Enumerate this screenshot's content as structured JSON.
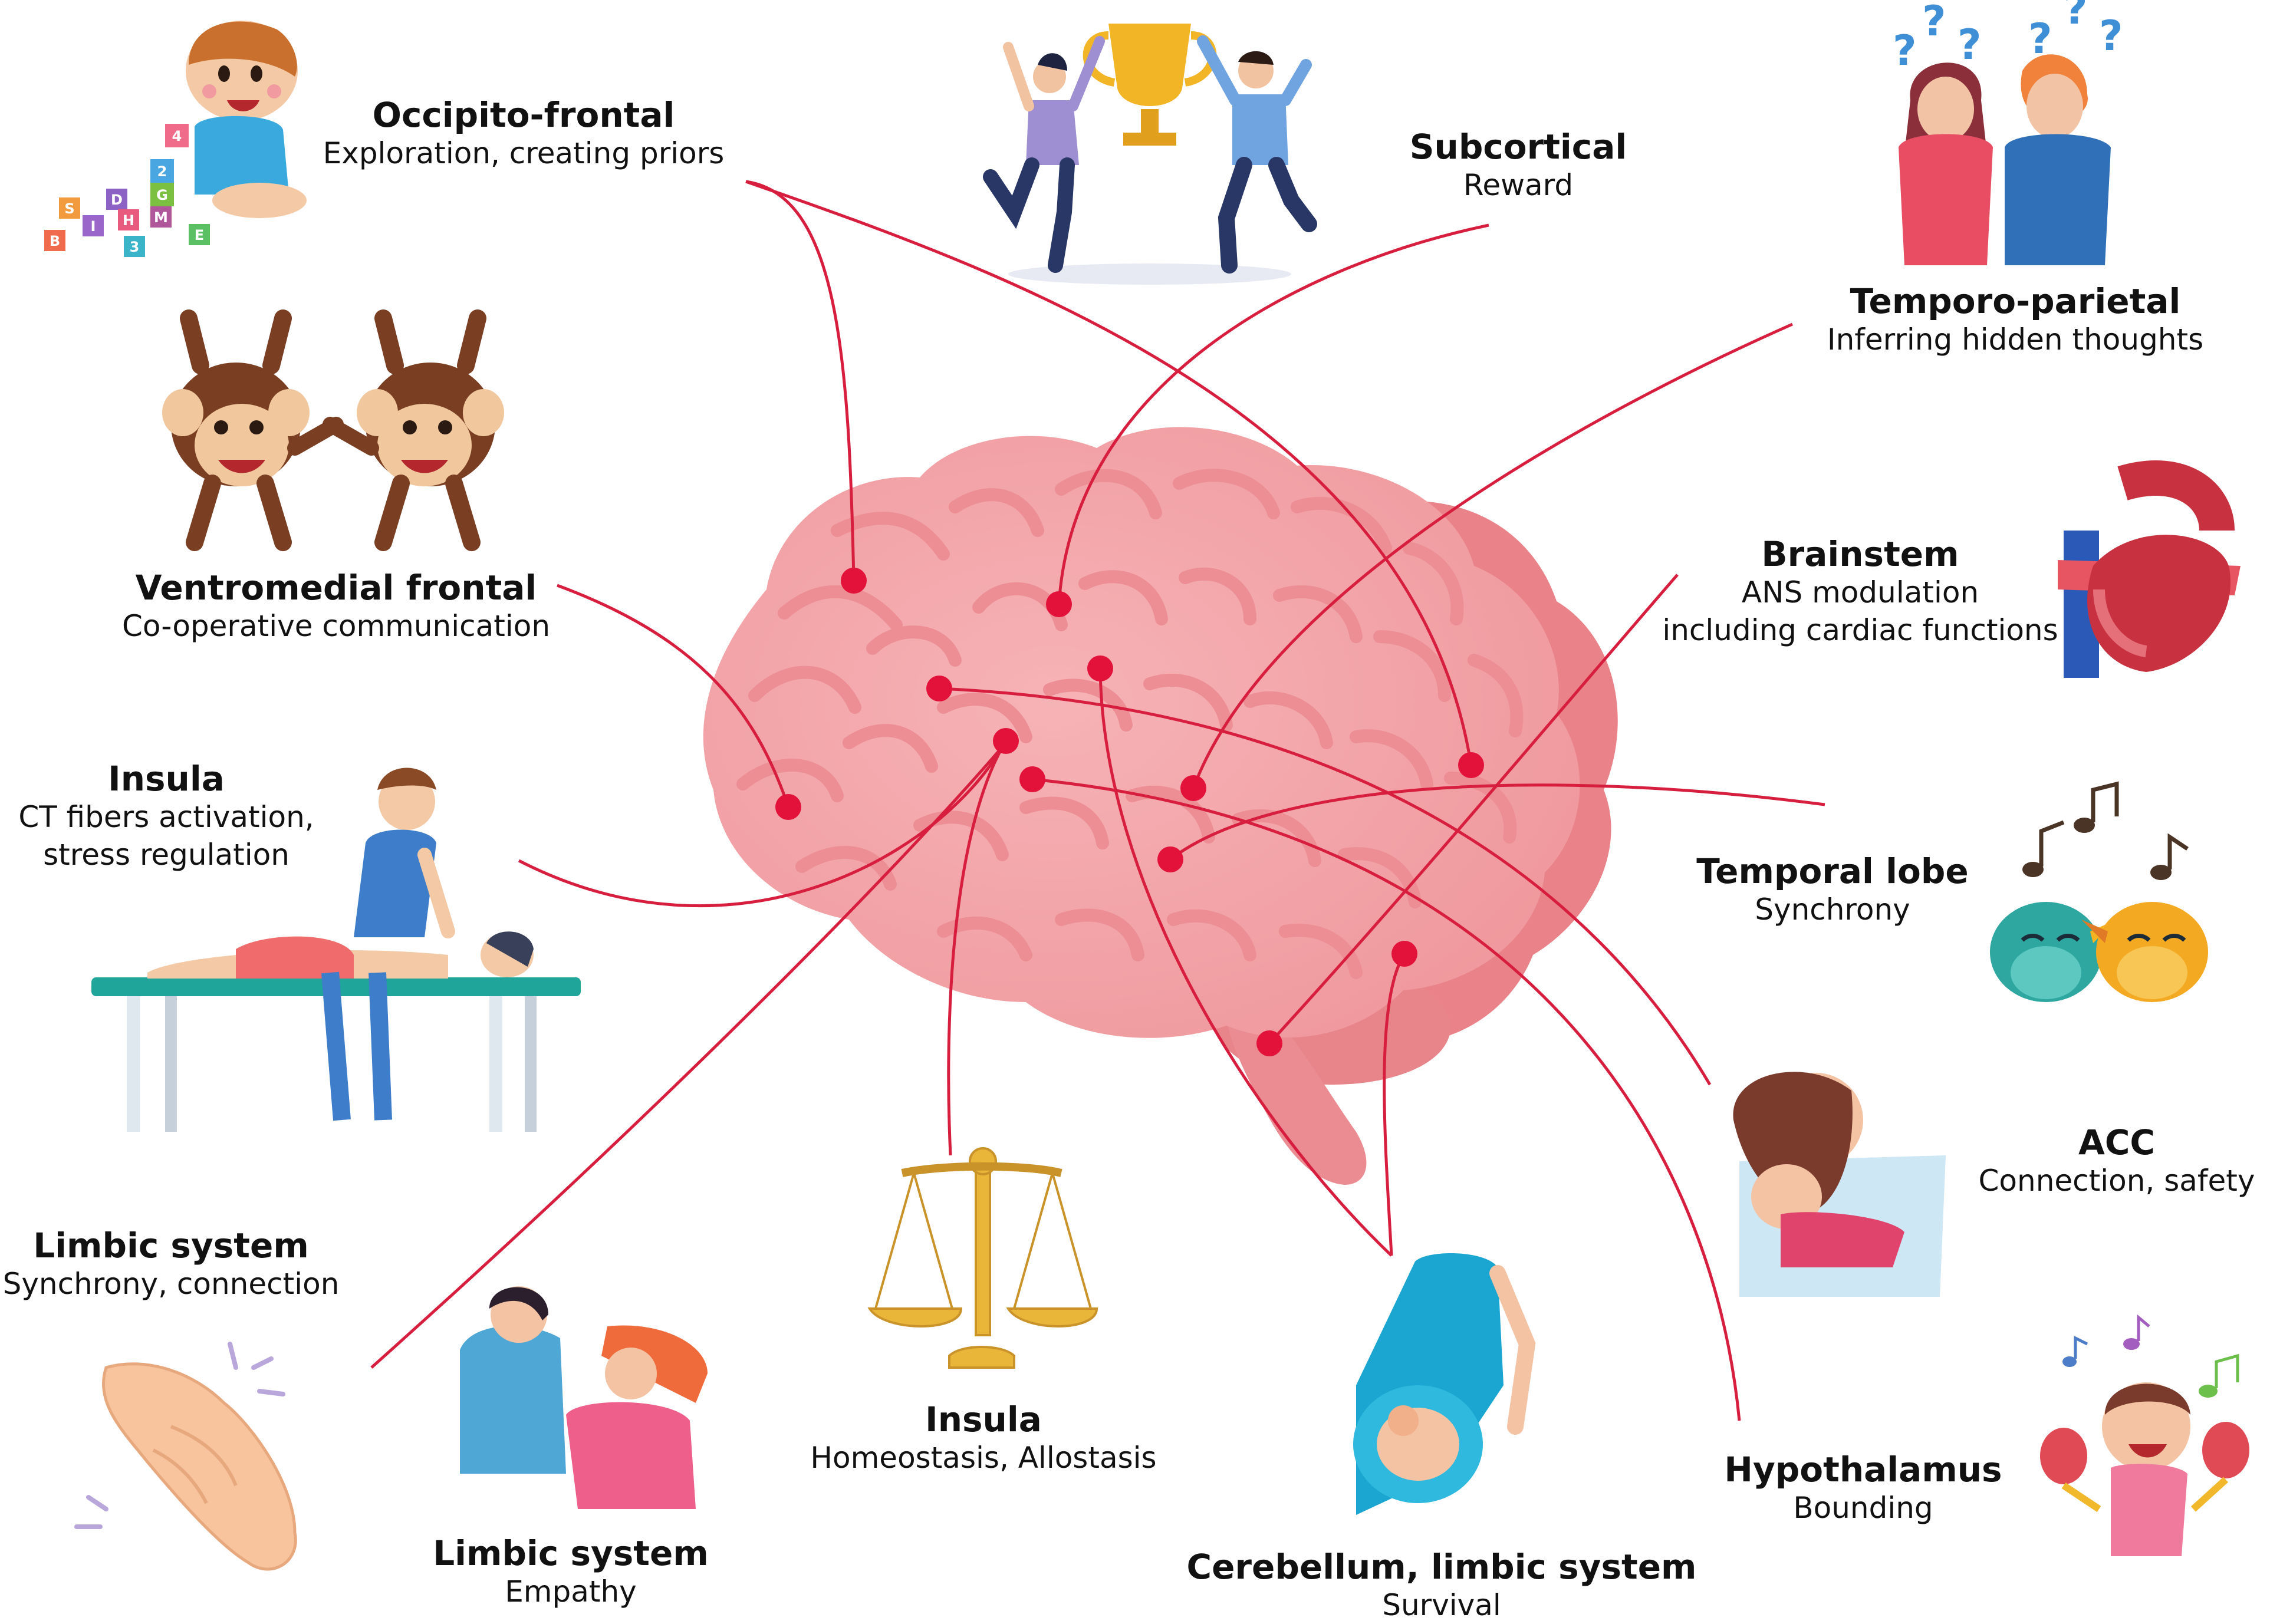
{
  "labels": [
    {
      "id": "occipito_frontal",
      "title": "Occipito-frontal",
      "desc": "Exploration, creating priors",
      "desc2": ""
    },
    {
      "id": "subcortical",
      "title": "Subcortical",
      "desc": "Reward",
      "desc2": ""
    },
    {
      "id": "temporo_parietal",
      "title": "Temporo-parietal",
      "desc": "Inferring hidden thoughts",
      "desc2": ""
    },
    {
      "id": "ventromedial_frontal",
      "title": "Ventromedial frontal",
      "desc": "Co-operative communication",
      "desc2": ""
    },
    {
      "id": "brainstem",
      "title": "Brainstem",
      "desc": "ANS modulation",
      "desc2": "including cardiac functions"
    },
    {
      "id": "insula_left",
      "title": "Insula",
      "desc": "CT fibers activation,",
      "desc2": "stress regulation"
    },
    {
      "id": "temporal_lobe",
      "title": "Temporal lobe",
      "desc": "Synchrony",
      "desc2": ""
    },
    {
      "id": "acc",
      "title": "ACC",
      "desc": "Connection, safety",
      "desc2": ""
    },
    {
      "id": "limbic_synchrony",
      "title": "Limbic system",
      "desc": "Synchrony, connection",
      "desc2": ""
    },
    {
      "id": "insula_bottom",
      "title": "Insula",
      "desc": "Homeostasis, Allostasis",
      "desc2": ""
    },
    {
      "id": "hypothalamus",
      "title": "Hypothalamus",
      "desc": "Bounding",
      "desc2": ""
    },
    {
      "id": "limbic_empathy",
      "title": "Limbic system",
      "desc": "Empathy",
      "desc2": ""
    },
    {
      "id": "cerebellum",
      "title": "Cerebellum, limbic system",
      "desc": "Survival",
      "desc2": ""
    }
  ],
  "illustrations": {
    "baby_blocks": [
      "4",
      "2",
      "G",
      "S",
      "D",
      "H",
      "M",
      "E",
      "B",
      "I",
      "3"
    ]
  },
  "colors": {
    "brain_light": "#f4a7ab",
    "brain_mid": "#ec8c91",
    "brain_dark": "#e57b81",
    "connector": "#d81e3e",
    "dot": "#e3123a"
  }
}
